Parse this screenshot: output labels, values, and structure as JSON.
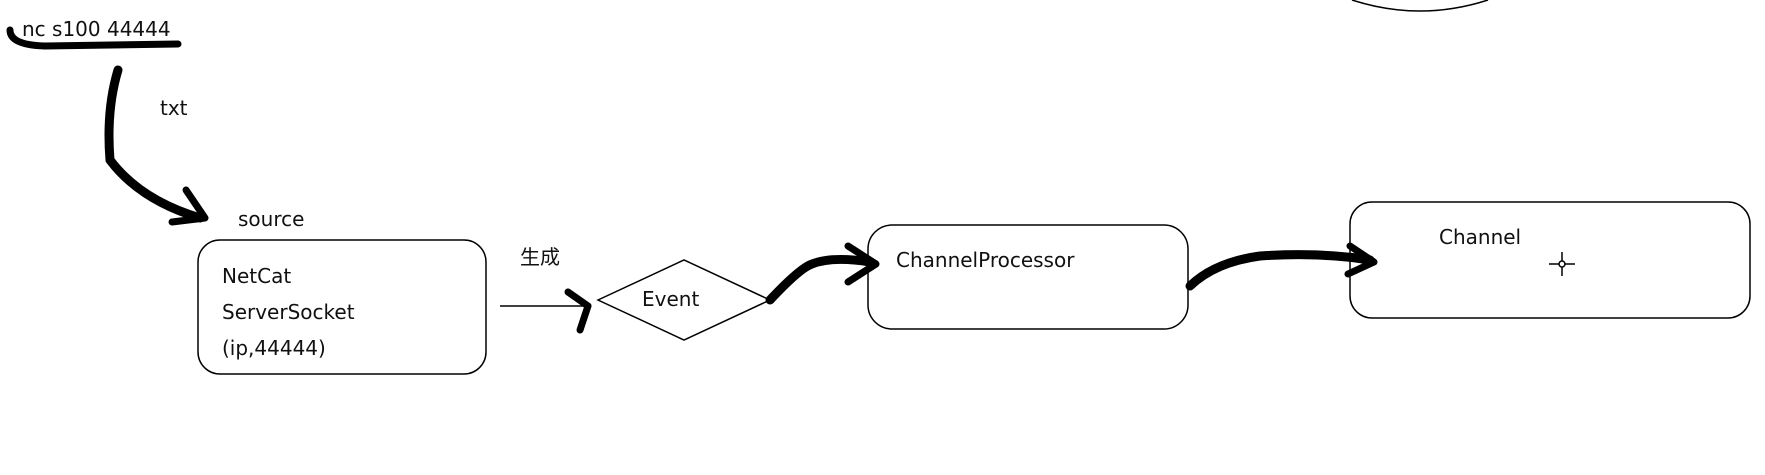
{
  "command": {
    "text": "nc s100 44444"
  },
  "labels": {
    "txt": "txt",
    "source": "source",
    "generate": "生成"
  },
  "nodes": {
    "source_box": {
      "lines": [
        "NetCat",
        "ServerSocket",
        "(ip,44444)"
      ]
    },
    "event": {
      "label": "Event"
    },
    "channel_processor": {
      "label": "ChannelProcessor"
    },
    "channel": {
      "label": "Channel"
    }
  },
  "colors": {
    "stroke": "#000000",
    "background": "#ffffff"
  },
  "icons": {
    "cursor": "crosshair-cursor-icon"
  }
}
